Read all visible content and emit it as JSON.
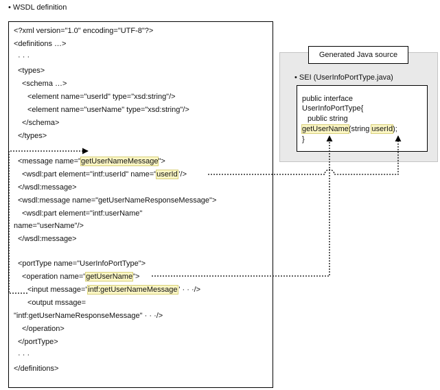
{
  "wsdl_section": {
    "heading": "• WSDL definition",
    "lines": [
      "<?xml version=\"1.0\" encoding=\"UTF-8\"?>",
      "<definitions …>",
      "· · ·",
      "<types>",
      "<schema …>",
      "<element name=\"userId\" type=\"xsd:string\"/>",
      "<element name=\"userName\" type=\"xsd:string\"/>",
      "</schema>",
      "</types>",
      "<message name=\"",
      "getUserNameMessage",
      "\">",
      "<wsdl:part element=\"intf:userId\" name=\"",
      "userId",
      "\"/>",
      "</wsdl:message>",
      "<wsdl:message name=\"getUserNameResponseMessage\">",
      "<wsdl:part element=\"intf:userName\"",
      "name=\"userName\"/>",
      "</wsdl:message>",
      "<portType name=\"UserInfoPortType\">",
      "<operation name=\"",
      "getUserName",
      "\">",
      "<input message=\"",
      "intf:getUserNameMessage",
      "\"",
      "· · ·/>",
      "<output mssage=",
      "\"intf:getUserNameResponseMessage\"",
      "· · ·/>",
      "</operation>",
      "</portType>",
      "· · ·",
      "</definitions>"
    ]
  },
  "java_section": {
    "title": "Generated Java source",
    "sei_label": "• SEI (UserInfoPortType.java)",
    "code": {
      "line1": "public interface",
      "line2": "UserInfoPortType{",
      "line3": "public string",
      "method": "getUserName",
      "params_open": "(string ",
      "param": "userId",
      "params_close": ");",
      "close": "}"
    }
  }
}
